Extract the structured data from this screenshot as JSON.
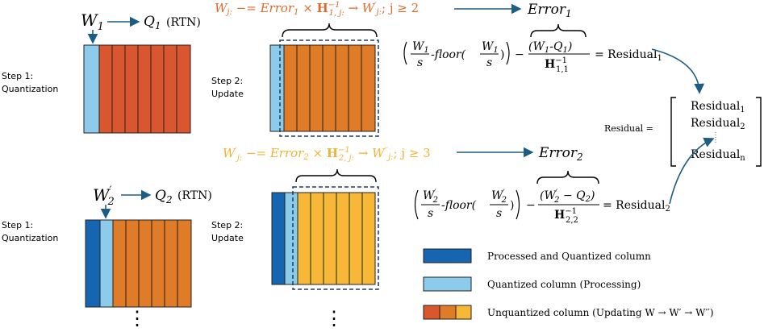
{
  "colors": {
    "processed": "#1565b0",
    "processing": "#8dcbea",
    "red_block": "#d9562e",
    "orange_block": "#e07b27",
    "yellow_block": "#f6b836",
    "arrow": "#1c5d86",
    "formula1": "#e06a2b",
    "formula2": "#f2b233",
    "legend_colors": [
      "#d9562e",
      "#e07b27",
      "#f6b836"
    ]
  },
  "row1": {
    "w_label": "W",
    "w_sub": "1",
    "q_label": "Q",
    "q_sub": "1",
    "rtn": "(RTN)",
    "step1": [
      "Step 1:",
      "Quantization"
    ],
    "step2": [
      "Step 2:",
      "Update"
    ],
    "update_formula": {
      "lhs": "W",
      "lhs_sub": "j:",
      "op": " −= Error",
      "err_sub": "1",
      "times": " × ",
      "h": "H",
      "h_sup": "−1",
      "h_sub": "1, j:",
      "arrow": " → W",
      "w_sup": "′",
      "w_sub": "j:",
      "cond": "; j ≥ 2"
    },
    "error": "Error",
    "error_sub": "1",
    "residual_formula": {
      "w": "W",
      "w_sub": "1",
      "s": "s",
      "floor": "floor",
      "numerator": "(W",
      "num_mid": "-Q",
      "h": "H",
      "h_sup": "−1",
      "h_sub": "1,1",
      "equals": "= Residual",
      "res_sub": "1"
    }
  },
  "row2": {
    "w_label": "W",
    "w_sup": "′",
    "w_sub": "2",
    "q_label": "Q",
    "q_sub": "2",
    "rtn": "(RTN)",
    "step1": [
      "Step 1:",
      "Quantization"
    ],
    "step2": [
      "Step 2:",
      "Update"
    ],
    "update_formula": {
      "lhs": "W",
      "lhs_sup": "′",
      "lhs_sub": "j:",
      "op": " −= Error",
      "err_sub": "2",
      "times": " × ",
      "h": "H",
      "h_sup": "−1",
      "h_sub": "2, j:",
      "arrow": " → W",
      "w_sup": "′′",
      "w_sub": "j:",
      "cond": "; j ≥ 3"
    },
    "error": "Error",
    "error_sub": "2",
    "residual_formula": {
      "w": "W",
      "w_sup": "′",
      "w_sub": "2",
      "s": "s",
      "floor": "floor",
      "numerator": "(W",
      "num_mid": " − Q",
      "h": "H",
      "h_sup": "−1",
      "h_sub": "2,2",
      "equals": "= Residual",
      "res_sub": "2"
    }
  },
  "residual_vector": {
    "label": "Residual =",
    "items": [
      {
        "text": "Residual",
        "sub": "1"
      },
      {
        "text": "Residual",
        "sub": "2"
      },
      {
        "text": "Residual",
        "sub": "n"
      }
    ]
  },
  "ellipsis": "⋮",
  "legend": [
    {
      "label": "Processed and Quantized column"
    },
    {
      "label": "Quantized column (Processing)"
    },
    {
      "label": "Unquantized column (Updating W → W′ → W′′)"
    }
  ]
}
